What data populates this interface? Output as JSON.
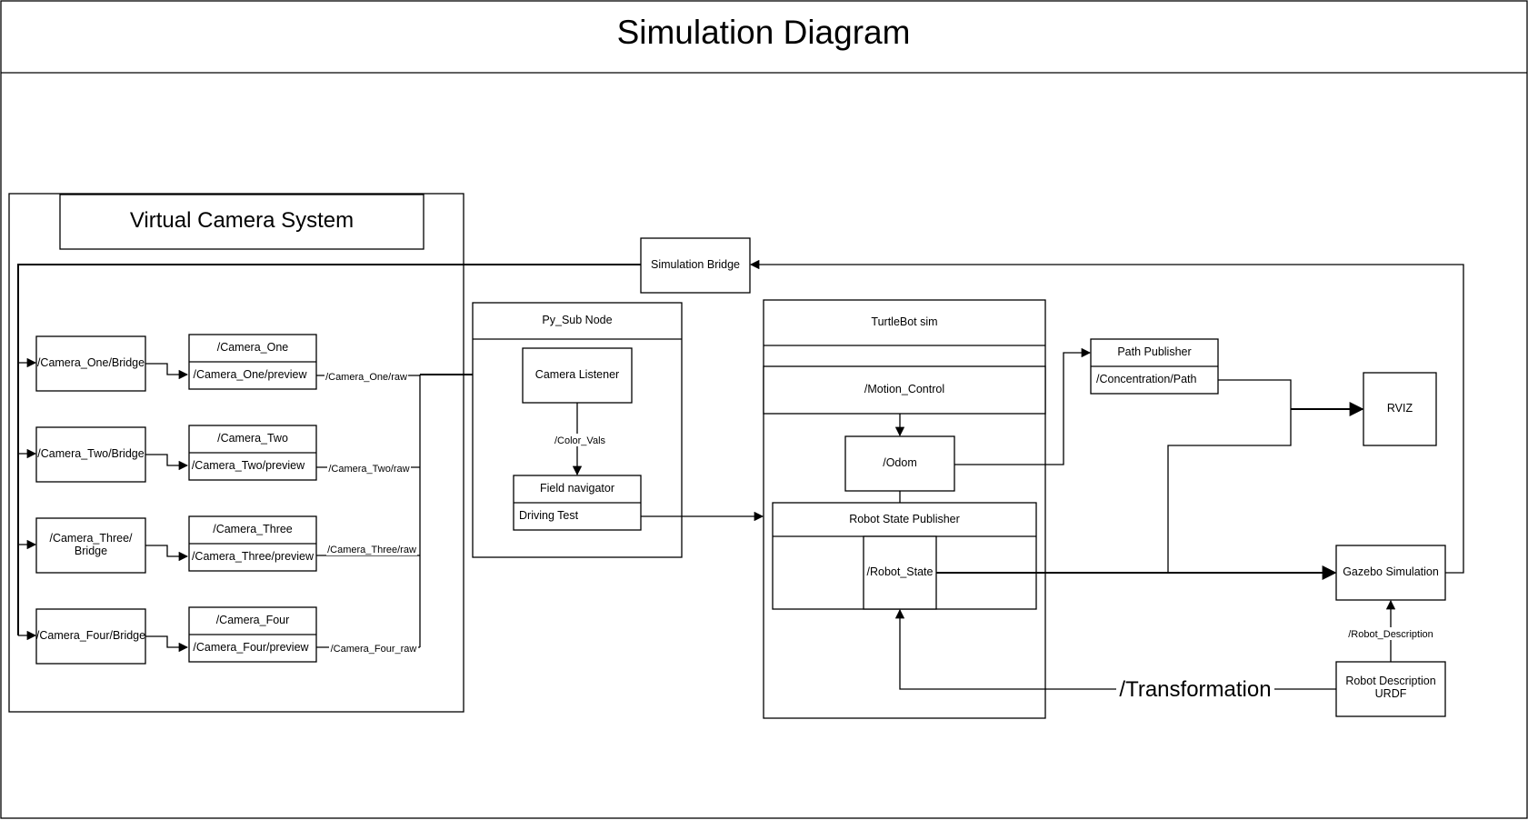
{
  "title": "Simulation Diagram",
  "camera_system": {
    "title": "Virtual Camera System",
    "cameras": [
      {
        "bridge": "/Camera_One/Bridge",
        "node": "/Camera_One",
        "preview": "/Camera_One/preview",
        "raw_topic": "/Camera_One/raw"
      },
      {
        "bridge": "/Camera_Two/Bridge",
        "node": "/Camera_Two",
        "preview": "/Camera_Two/preview",
        "raw_topic": "/Camera_Two/raw"
      },
      {
        "bridge_line1": "/Camera_Three/",
        "bridge_line2": "Bridge",
        "node": "/Camera_Three",
        "preview": "/Camera_Three/preview",
        "raw_topic": "/Camera_Three/raw"
      },
      {
        "bridge": "/Camera_Four/Bridge",
        "node": "/Camera_Four",
        "preview": "/Camera_Four/preview",
        "raw_topic": "/Camera_Four_raw"
      }
    ]
  },
  "simulation_bridge": "Simulation Bridge",
  "py_sub_node": {
    "title": "Py_Sub Node",
    "camera_listener": "Camera Listener",
    "color_topic": "/Color_Vals",
    "field_navigator": "Field navigator",
    "driving_test": "Driving Test"
  },
  "turtlebot": {
    "title": "TurtleBot sim",
    "motion_control": "/Motion_Control",
    "odom": "/Odom",
    "robot_state_publisher": "Robot State Publisher",
    "robot_state": "/Robot_State"
  },
  "path_publisher": {
    "title": "Path Publisher",
    "topic": "/Concentration/Path"
  },
  "rviz": "RVIZ",
  "gazebo": "Gazebo Simulation",
  "robot_description": {
    "line1": "Robot Description",
    "line2": "URDF",
    "topic": "/Robot_Description"
  },
  "transformation": "/Transformation"
}
